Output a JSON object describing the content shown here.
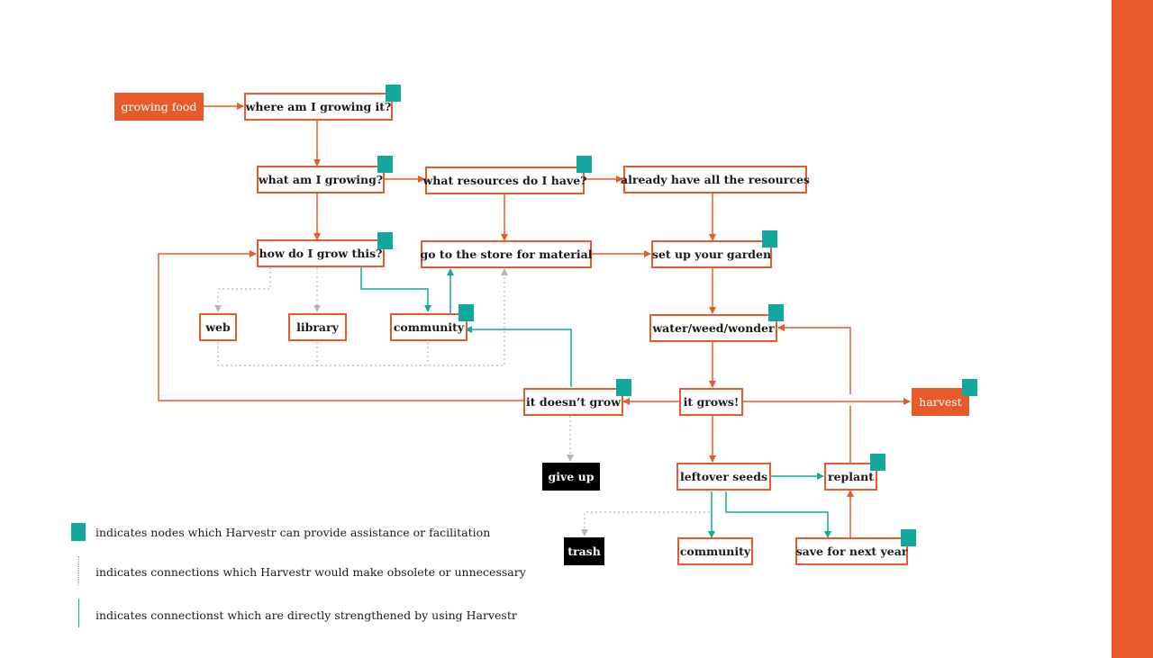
{
  "page_title": "HOW WE CAN HELP",
  "colors": {
    "accent": "#e85a2a",
    "teal": "#12a89d",
    "gray": "#b5b5b5",
    "black": "#000000"
  },
  "nodes": {
    "growing_food": "growing food",
    "where_growing": "where am I growing it?",
    "what_growing": "what am I growing?",
    "what_resources": "what resources do I have?",
    "already_have": "already have all the resources",
    "how_grow": "how do I grow this?",
    "go_store": "go to the store for material",
    "set_up_garden": "set up your garden",
    "web": "web",
    "library": "library",
    "community_top": "community",
    "water_weed": "water/weed/wonder",
    "doesnt_grow": "it doesn’t grow",
    "it_grows": "it grows!",
    "harvest": "harvest",
    "give_up": "give up",
    "leftover_seeds": "leftover seeds",
    "replant": "replant",
    "trash": "trash",
    "community_bottom": "community",
    "save_next_year": "save for next year"
  },
  "legend": {
    "assist": "indicates nodes which Harvestr can provide assistance or facilitation",
    "obsolete": "indicates connections which Harvestr would make obsolete or unnecessary",
    "strengthened": "indicates connectionst which are directly strengthened by using Harvestr"
  }
}
